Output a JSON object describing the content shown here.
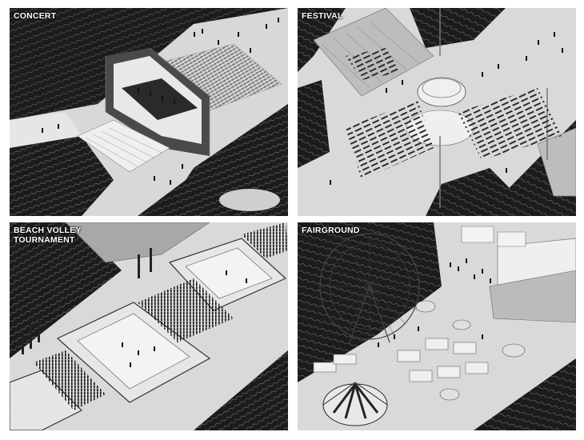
{
  "panels": [
    {
      "id": "concert",
      "label": "CONCERT"
    },
    {
      "id": "festival",
      "label": "FESTIVAL"
    },
    {
      "id": "beach",
      "label": "BEACH VOLLEY\nTOURNAMENT"
    },
    {
      "id": "fairground",
      "label": "FAIRGROUND"
    }
  ],
  "palette": {
    "water": "#1c1c1c",
    "contour": "#6a6a6a",
    "ground": "#d8d8d8",
    "light": "#efefef",
    "structure": "#8a8a8a",
    "people": "#111111"
  }
}
